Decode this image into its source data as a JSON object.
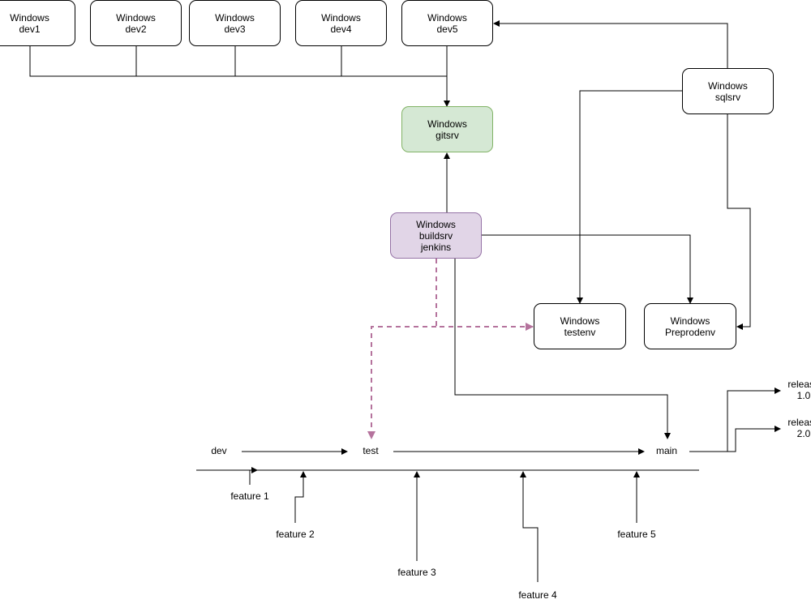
{
  "nodes": {
    "dev1": {
      "line1": "Windows",
      "line2": "dev1"
    },
    "dev2": {
      "line1": "Windows",
      "line2": "dev2"
    },
    "dev3": {
      "line1": "Windows",
      "line2": "dev3"
    },
    "dev4": {
      "line1": "Windows",
      "line2": "dev4"
    },
    "dev5": {
      "line1": "Windows",
      "line2": "dev5"
    },
    "gitsrv": {
      "line1": "Windows",
      "line2": "gitsrv"
    },
    "sqlsrv": {
      "line1": "Windows",
      "line2": "sqlsrv"
    },
    "buildsrv": {
      "line1": "Windows",
      "line2": "buildsrv",
      "line3": "jenkins"
    },
    "testenv": {
      "line1": "Windows",
      "line2": "testenv"
    },
    "preprodenv": {
      "line1": "Windows",
      "line2": "Preprodenv"
    }
  },
  "branches": {
    "dev": "dev",
    "test": "test",
    "main": "main",
    "release1": {
      "line1": "release",
      "line2": "1.0"
    },
    "release2": {
      "line1": "release",
      "line2": "2.0"
    }
  },
  "features": {
    "f1": "feature 1",
    "f2": "feature 2",
    "f3": "feature 3",
    "f4": "feature 4",
    "f5": "feature 5"
  },
  "colors": {
    "gitsrv_fill": "#d5e8d4",
    "gitsrv_stroke": "#82b366",
    "buildsrv_fill": "#e1d5e7",
    "buildsrv_stroke": "#9673a6",
    "dashed_edge": "#b5739d"
  }
}
